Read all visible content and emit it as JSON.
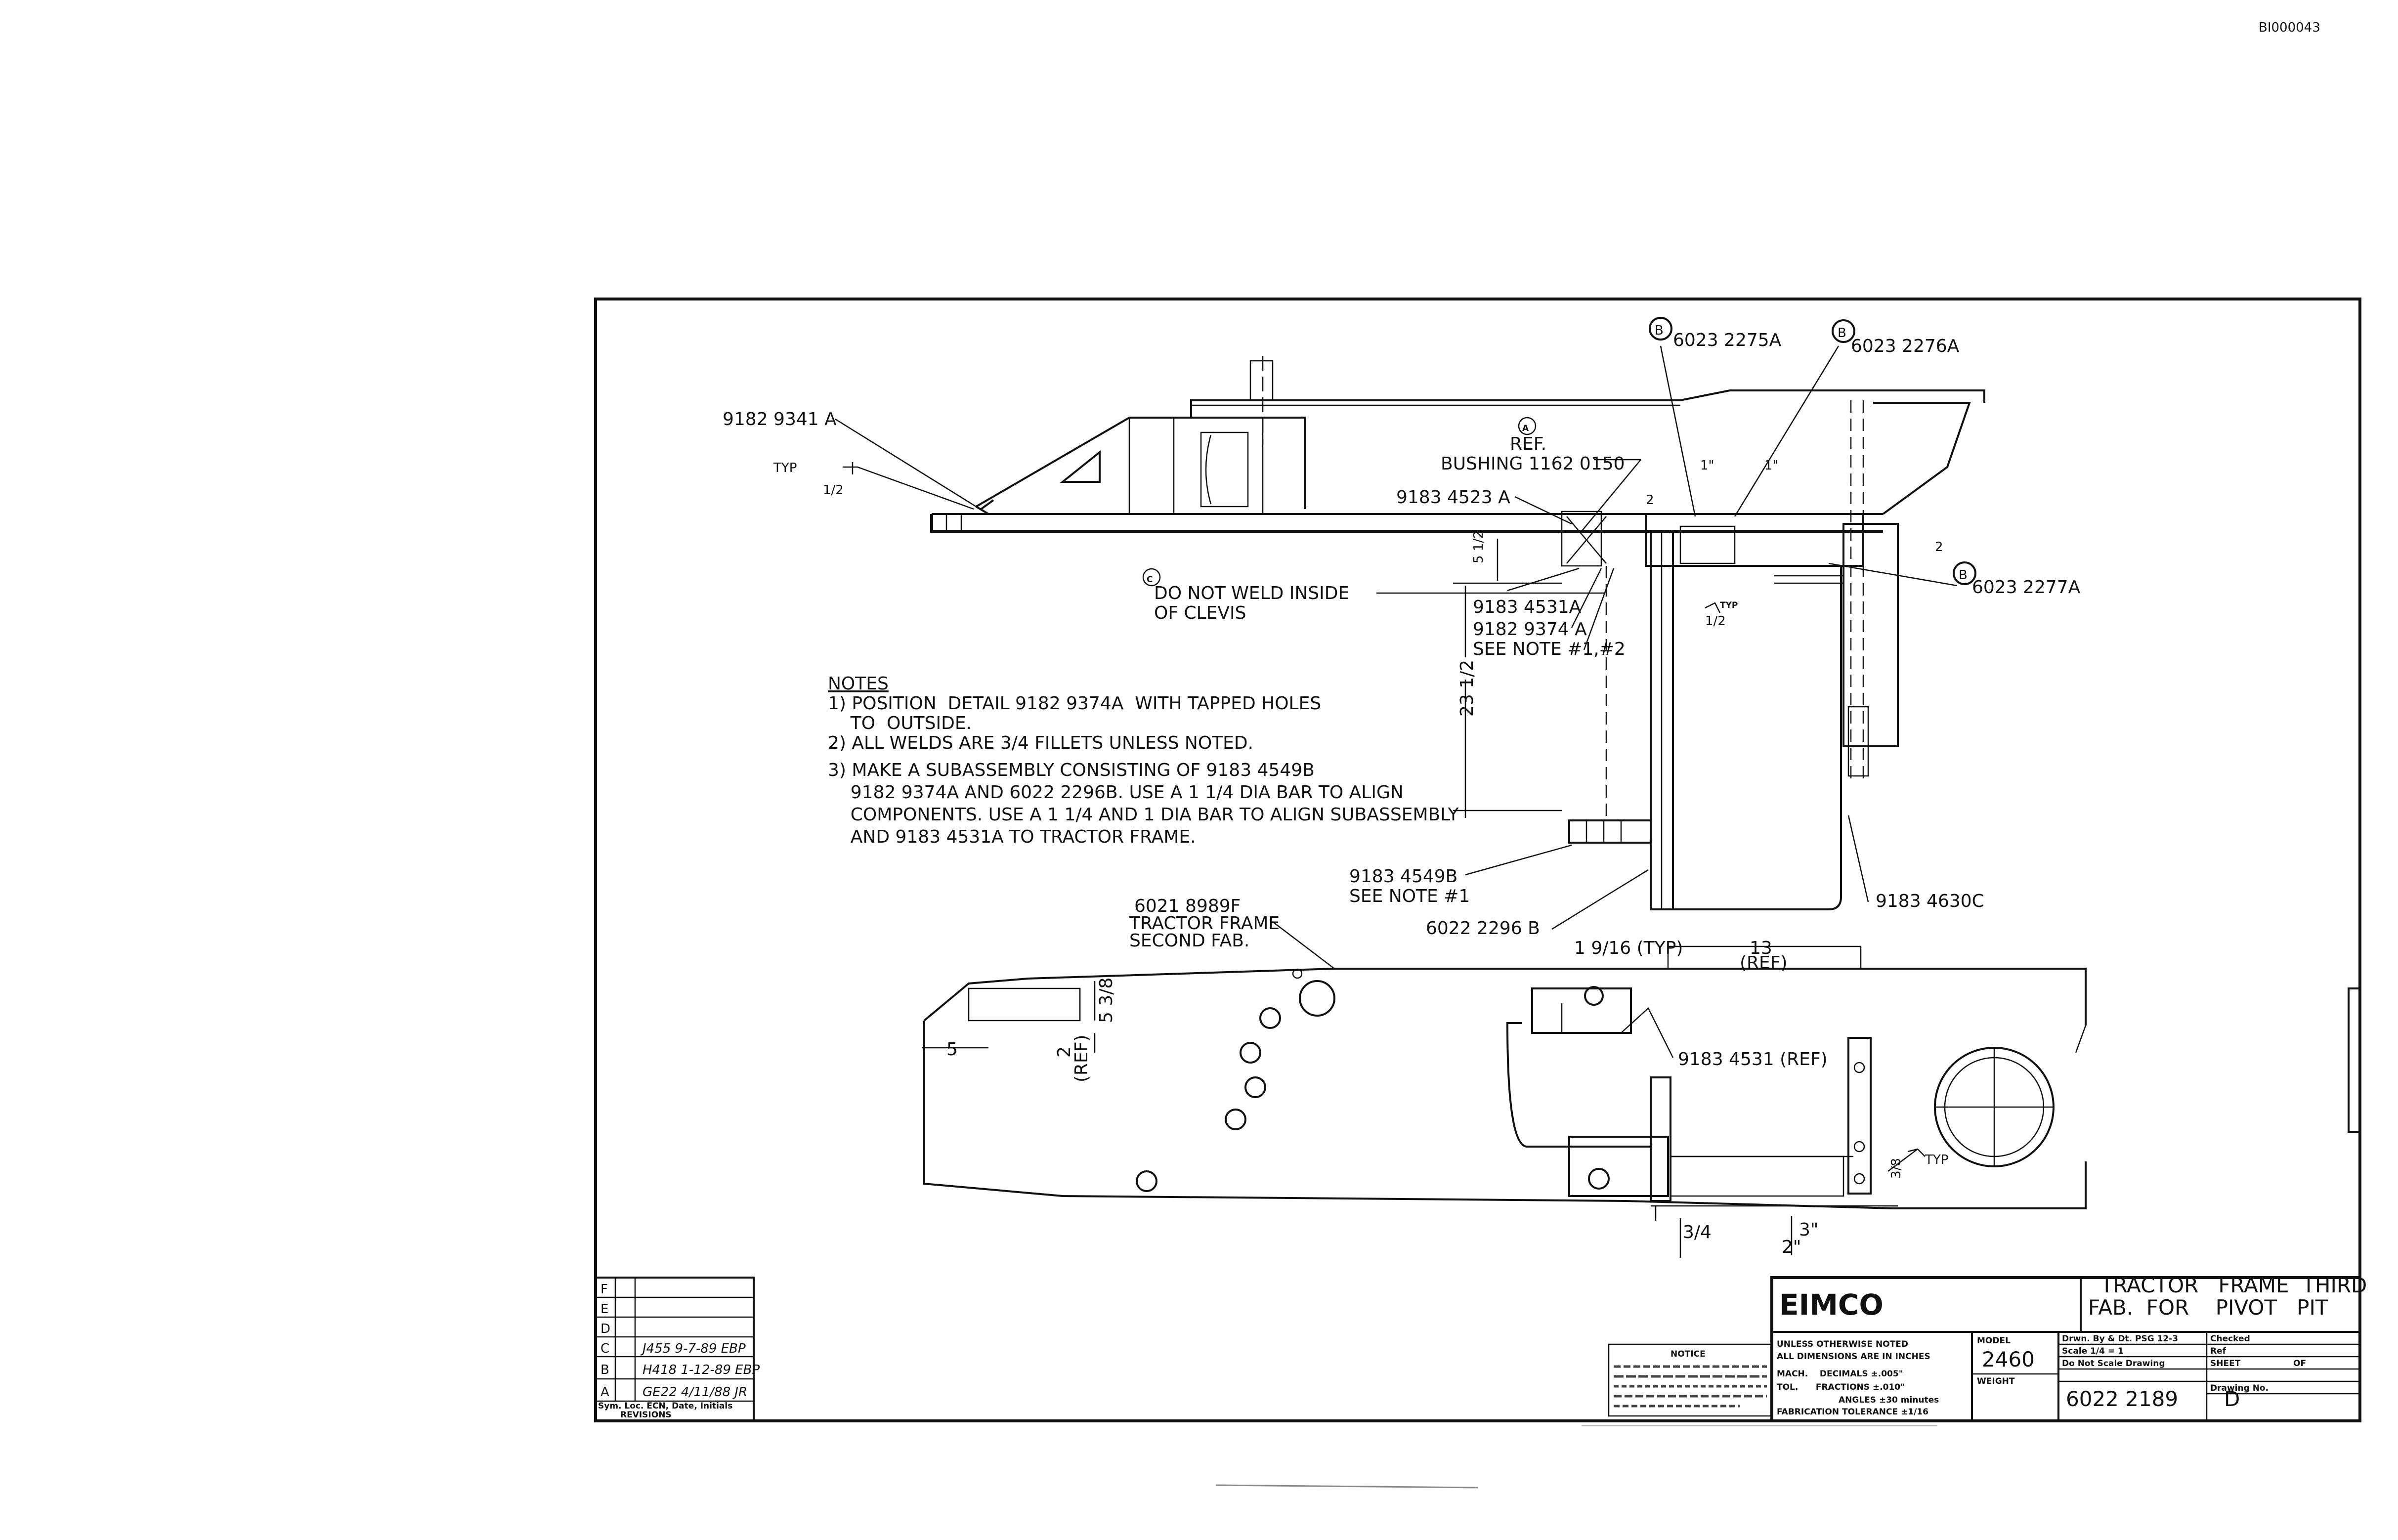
{
  "doc_id": "BI000043",
  "parts": {
    "p1": "9182 9341 A",
    "typ": "TYP",
    "half": "1/2",
    "ref_a_mark": "A",
    "ref_a": "REF.",
    "bushing": "BUSHING  1162 0150",
    "p_4523": "9183 4523 A",
    "p_2275": "6023 2275A",
    "p_2276": "6023 2276A",
    "p_2277": "6023 2277A",
    "balloon_b": "B",
    "note_c_mark": "C",
    "note_c_1": "DO NOT WELD INSIDE",
    "note_c_2": "OF CLEVIS",
    "p_4531a": "9183 4531A",
    "p_9374": "9182 9374 A",
    "see_note_12": "SEE NOTE #1,#2",
    "p_4549": "9183 4549B",
    "see_note_1": "SEE NOTE #1",
    "p_2296": "6022 2296 B",
    "p_4630": "9183 4630C",
    "p_8989": "6021 8989F",
    "tf_second_1": "TRACTOR FRAME",
    "tf_second_2": "SECOND FAB.",
    "p_4531_ref": "9183 4531  (REF)",
    "dim_5h": "5 1/2",
    "dim_23": "23 1/2",
    "dim_1_1": "1\"",
    "dim_1_2": "1\"",
    "dim_2a": "2",
    "dim_2b": "2",
    "dim_half_typ": "1/2",
    "dim_1916": "1 9/16 (TYP)",
    "dim_13": "13",
    "dim_ref": "(REF)",
    "dim_538": "5 3/8",
    "dim_5": "5",
    "dim_2ref_a": "2",
    "dim_2ref_b": "(REF)",
    "dim_34": "3/4",
    "dim_3": "3\"",
    "dim_2in": "2\"",
    "dim_38": "3/8"
  },
  "notes": {
    "heading": "NOTES",
    "lines": [
      "1) POSITION  DETAIL 9182 9374A  WITH TAPPED HOLES",
      "    TO  OUTSIDE.",
      "2) ALL WELDS ARE 3/4 FILLETS  UNLESS NOTED.",
      "3) MAKE A SUBASSEMBLY CONSISTING OF 9183 4549B",
      "    9182 9374A AND 6022 2296B. USE A 1 1/4 DIA BAR TO ALIGN",
      "    COMPONENTS. USE A 1 1/4 AND 1 DIA BAR TO ALIGN SUBASSEMBLY",
      "    AND 9183 4531A TO TRACTOR FRAME."
    ]
  },
  "revisions": {
    "rows": [
      {
        "sym": "F",
        "text": ""
      },
      {
        "sym": "E",
        "text": ""
      },
      {
        "sym": "D",
        "text": ""
      },
      {
        "sym": "C",
        "text": "J455  9-7-89  EBP"
      },
      {
        "sym": "B",
        "text": "H418  1-12-89  EBP"
      },
      {
        "sym": "A",
        "text": "GE22  4/11/88  JR"
      }
    ],
    "footer_1": "Sym. Loc. ECN, Date, Initials",
    "footer_2": "REVISIONS"
  },
  "title_block": {
    "company": "EIMCO",
    "title_1": "TRACTOR   FRAME  THIRD",
    "title_2": "FAB.  FOR    PIVOT   PIT",
    "tol_1": "UNLESS OTHERWISE NOTED",
    "tol_2": "ALL DIMENSIONS ARE IN INCHES",
    "tol_3": "MACH.    DECIMALS ±.005\"",
    "tol_4": "TOL.      FRACTIONS ±.010\"",
    "tol_5": "ANGLES ±30 minutes",
    "tol_6": "FABRICATION TOLERANCE ±1/16",
    "model_label": "MODEL",
    "model": "2460",
    "weight_label": "WEIGHT",
    "drawn": "Drwn. By & Dt. PSG 12-3",
    "checked": "Checked",
    "scale": "Scale 1/4 = 1",
    "ref_label": "Ref",
    "dnsd": "Do Not Scale Drawing",
    "sheet": "SHEET",
    "of": "OF",
    "drawing_no_label": "Drawing No.",
    "drawing_no": "6022 2189",
    "rev": "D",
    "notice_title": "NOTICE"
  }
}
